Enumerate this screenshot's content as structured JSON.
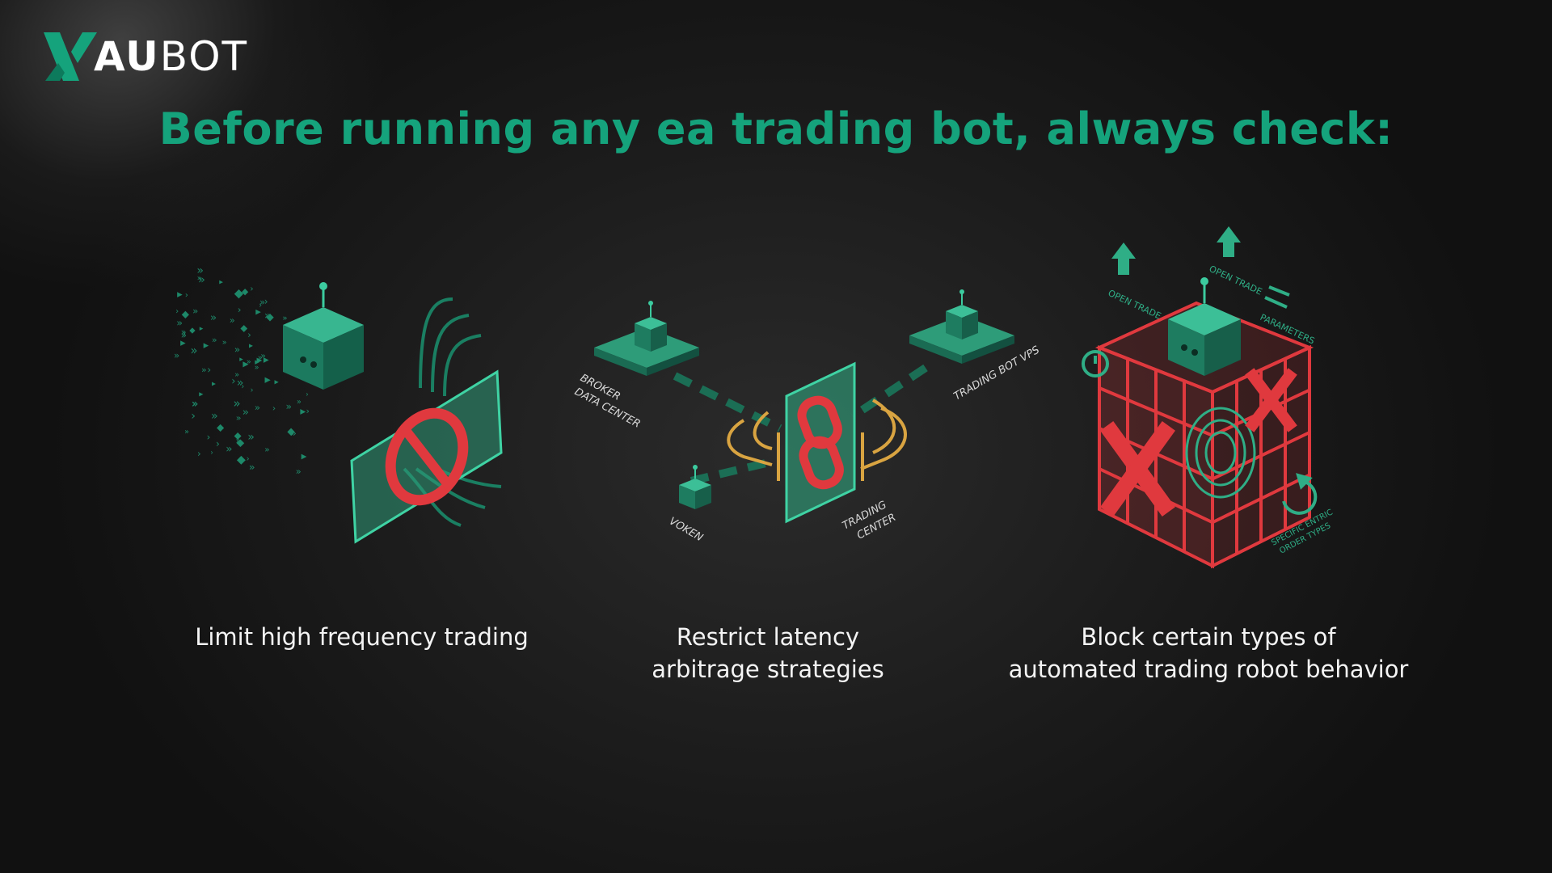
{
  "brand": {
    "logo_text_bold": "AU",
    "logo_text_light": "BOT",
    "accent_color": "#15a37c",
    "danger_color": "#e0393e",
    "amber_color": "#d9a441"
  },
  "title": "Before running any ea trading bot, always check:",
  "cards": [
    {
      "caption_lines": [
        "Limit high frequency trading"
      ],
      "icon": "bot-blocked-by-prohibition-sign"
    },
    {
      "caption_lines": [
        "Restrict latency",
        "arbitrage strategies"
      ],
      "icon": "broken-chain-between-servers",
      "labels": {
        "broker": [
          "BROKER",
          "DATA CENTER"
        ],
        "vps": "TRADING BOT VPS",
        "voken": "VOKEN",
        "trading_center": [
          "TRADING",
          "CENTER"
        ]
      }
    },
    {
      "caption_lines": [
        "Block certain types of",
        "automated trading robot behavior"
      ],
      "icon": "bot-in-red-cage",
      "labels": {
        "open_trade_1": "OPEN TRADE",
        "open_trade_2": "OPEN TRADE",
        "parameters": "PARAMETERS",
        "order_types": [
          "SPECIFIC ENTRIC",
          "ORDER TYPES"
        ]
      }
    }
  ]
}
